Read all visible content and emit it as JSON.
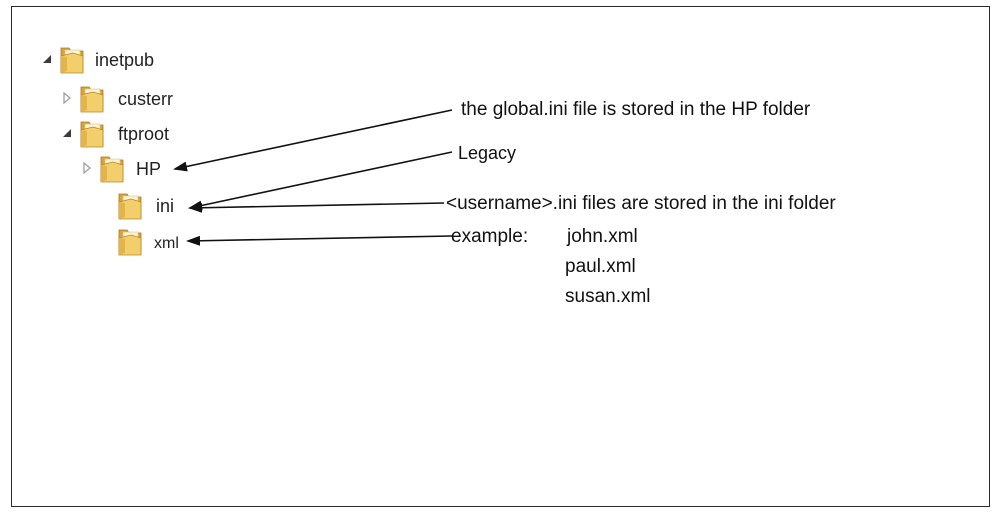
{
  "tree": {
    "inetpub": "inetpub",
    "custerr": "custerr",
    "ftproot": "ftproot",
    "hp": "HP",
    "ini": "ini",
    "xml": "xml"
  },
  "annotations": {
    "global_ini": "the global.ini file is stored in the HP folder",
    "legacy": "Legacy",
    "username_ini": "<username>.ini files are stored in the ini folder",
    "example_label": "example:",
    "example_files": [
      "john.xml",
      "paul.xml",
      "susan.xml"
    ]
  },
  "colors": {
    "folder_back": "#d9a53a",
    "folder_front": "#f2cf6b",
    "folder_shadow": "#b8862a",
    "paper": "#fbf3d2",
    "line": "#111111"
  },
  "icons": {
    "expanded": "triangle-expanded-icon",
    "collapsed": "triangle-collapsed-icon",
    "folder": "folder-icon"
  }
}
